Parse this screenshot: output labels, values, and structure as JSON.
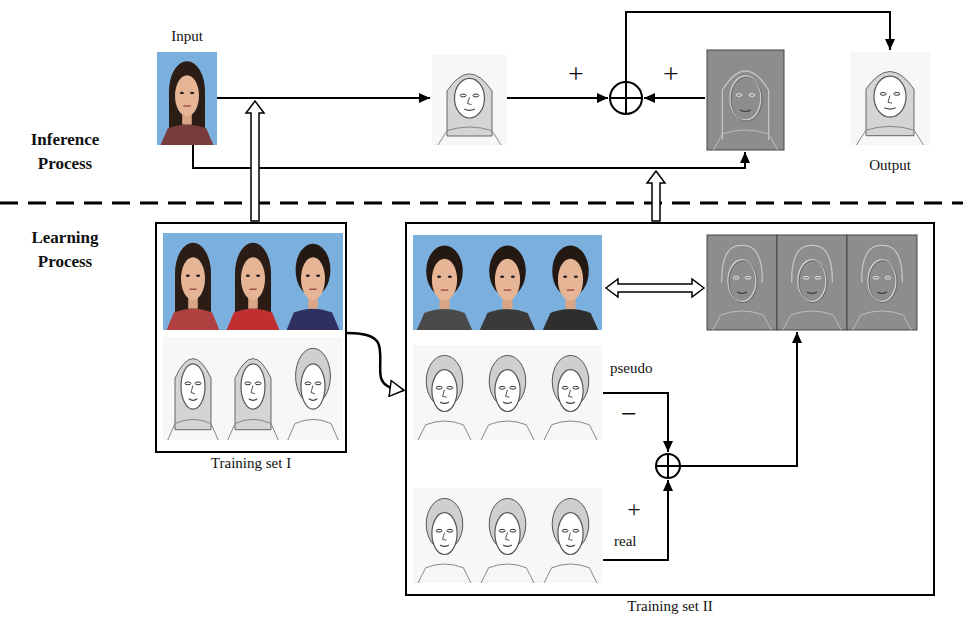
{
  "diagram": {
    "nodes": [
      {
        "text": [
          "Input"
        ]
      },
      {
        "text": [
          "Output"
        ]
      },
      {
        "text": [
          "Training set I"
        ]
      },
      {
        "text": [
          "Training set II"
        ]
      }
    ],
    "edges": [
      {
        "from": 2,
        "to": 3,
        "arrow": "to"
      }
    ],
    "labels": [
      "Inference Process",
      "Learning Process",
      "+",
      "+",
      "pseudo",
      "−",
      "+",
      "real"
    ]
  }
}
